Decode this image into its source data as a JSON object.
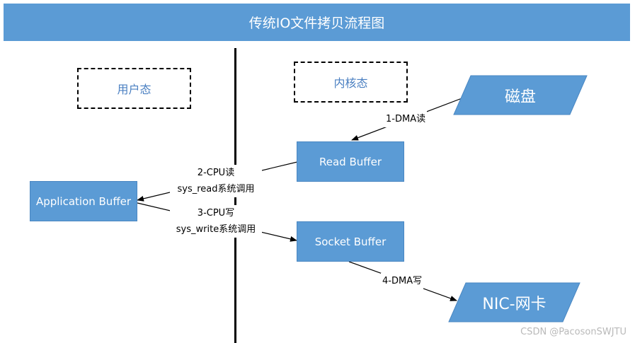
{
  "title": "传统IO文件拷贝流程图",
  "regions": {
    "user_space": "用户态",
    "kernel_space": "内核态"
  },
  "nodes": {
    "disk": "磁盘",
    "read_buffer": "Read Buffer",
    "application_buffer": "Application Buffer",
    "socket_buffer": "Socket Buffer",
    "nic": "NIC-网卡"
  },
  "edges": {
    "dma_read": "1-DMA读",
    "cpu_read_line1": "2-CPU读",
    "cpu_read_line2": "sys_read系统调用",
    "cpu_write_line1": "3-CPU写",
    "cpu_write_line2": "sys_write系统调用",
    "dma_write": "4-DMA写"
  },
  "watermark": "CSDN @PacosonSWJTU",
  "colors": {
    "box_fill": "#5b9bd5",
    "region_text": "#4a7fc1"
  }
}
